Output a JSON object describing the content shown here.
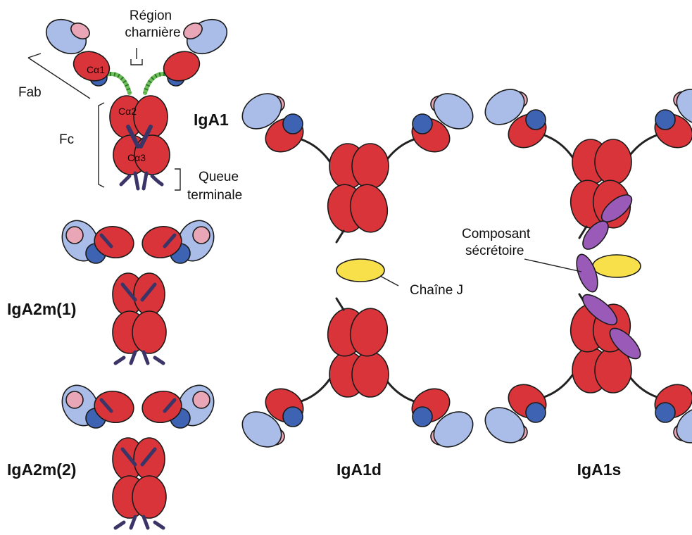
{
  "labels": {
    "hinge_line1": "Région",
    "hinge_line2": "charnière",
    "fab": "Fab",
    "fc": "Fc",
    "ca1": "Cα1",
    "ca2": "Cα2",
    "ca3": "Cα3",
    "tail_line1": "Queue",
    "tail_line2": "terminale",
    "j_chain": "Chaîne J",
    "sc_line1": "Composant",
    "sc_line2": "sécrétoire"
  },
  "titles": {
    "iga1": "IgA1",
    "iga2m1": "IgA2m(1)",
    "iga2m2": "IgA2m(2)",
    "iga1d": "IgA1d",
    "iga1s": "IgA1s"
  },
  "colors": {
    "heavy_constant": "#d9343a",
    "light_variable": "#a9bde8",
    "light_constant": "#e8a6b6",
    "heavy_variable": "#3f63b3",
    "hinge": "#6fbf5a",
    "j_chain": "#f7e04a",
    "secretory_component": "#9a5bb8",
    "carbohydrate": "#3a3566",
    "outline": "#1a1a1a"
  }
}
